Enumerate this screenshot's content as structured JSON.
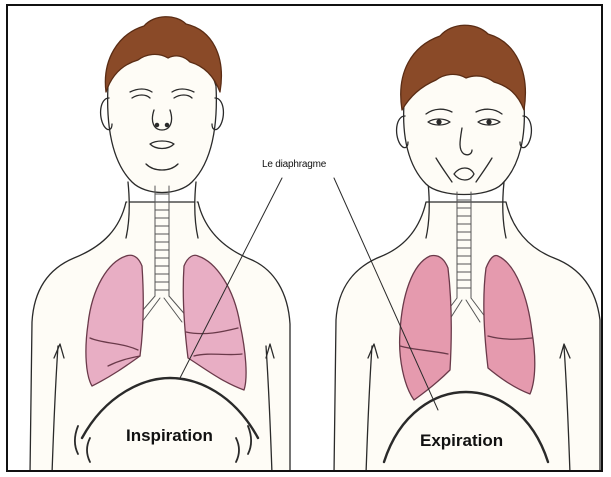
{
  "labels": {
    "diaphragm": "Le diaphragme",
    "inspiration": "Inspiration",
    "expiration": "Expiration"
  },
  "colors": {
    "outline": "#2a2a2a",
    "hair": "#8a4a28",
    "skin": "#fefcf6",
    "lung": "#e8aec4",
    "lung_dark": "#e59aae",
    "trachea": "#cfcfcf"
  }
}
